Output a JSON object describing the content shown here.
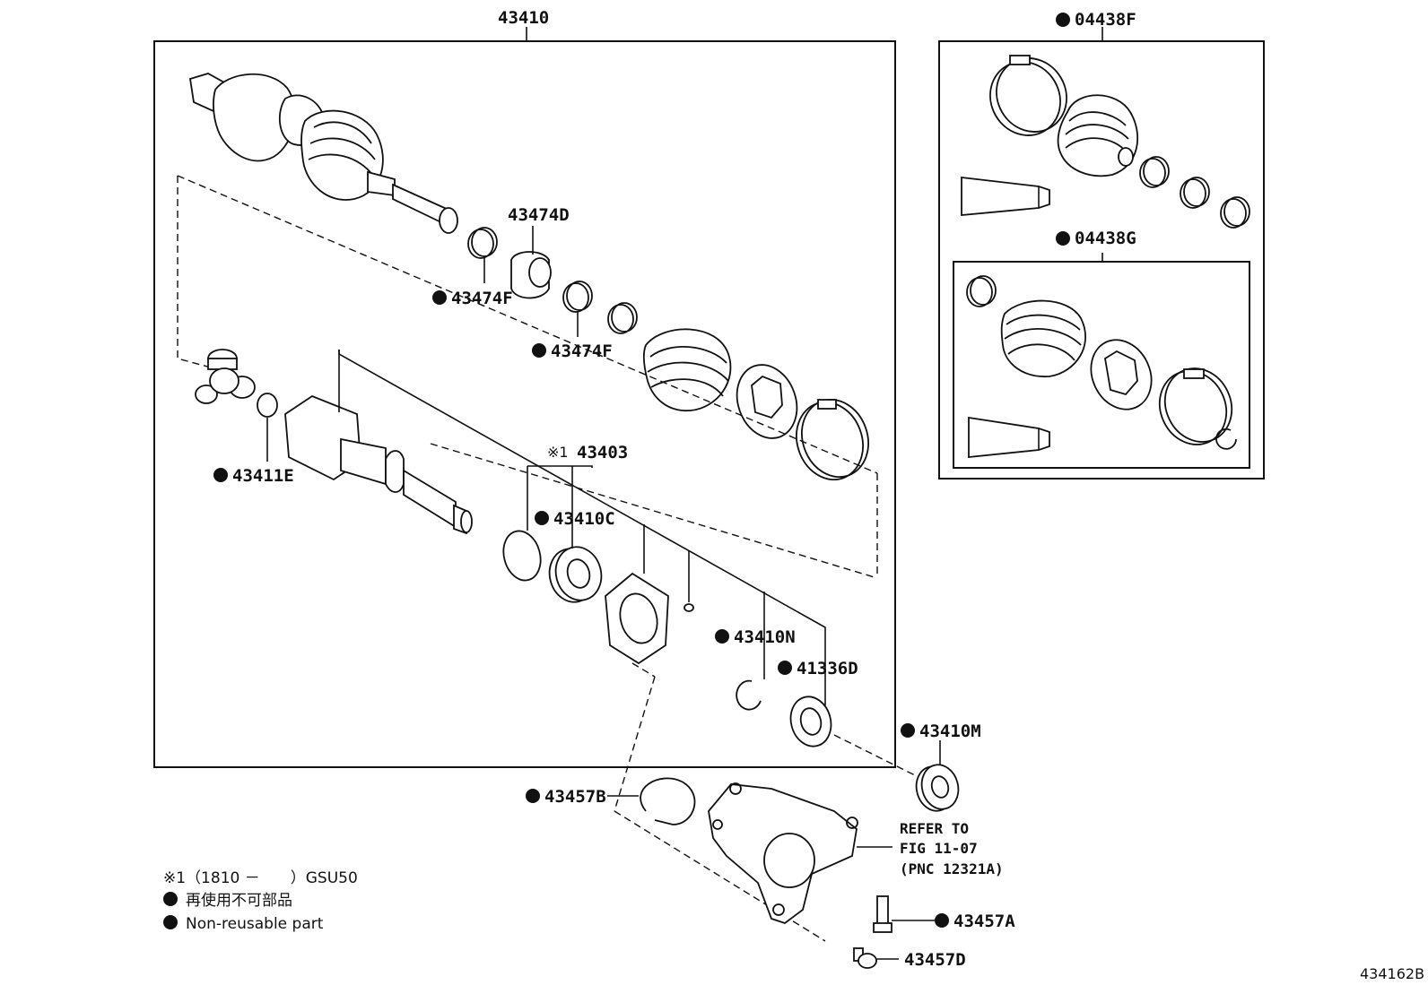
{
  "labels": {
    "assembly": "43410",
    "kit_f": "04438F",
    "kit_g": "04438G",
    "p43474D": "43474D",
    "p43474F_a": "43474F",
    "p43474F_b": "43474F",
    "p43411E": "43411E",
    "p43403_prefix": "※1",
    "p43403": "43403",
    "p43410C": "43410C",
    "p43410N": "43410N",
    "p41336D": "41336D",
    "p43410M": "43410M",
    "p43457B": "43457B",
    "p43457A": "43457A",
    "p43457D": "43457D"
  },
  "reference": {
    "line1": "REFER TO",
    "line2": "FIG 11-07",
    "line3": "(PNC 12321A)"
  },
  "legend": {
    "note": "※1（1810 －　　）GSU50",
    "jp": "再使用不可部品",
    "en": "Non-reusable part"
  },
  "catalog_id": "434162B"
}
